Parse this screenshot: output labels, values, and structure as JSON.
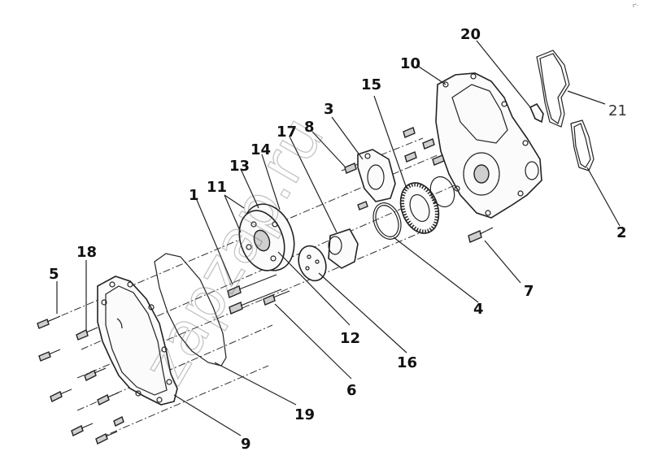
{
  "diagram": {
    "callouts": [
      {
        "id": "c1",
        "text": "1"
      },
      {
        "id": "c2",
        "text": "2"
      },
      {
        "id": "c3",
        "text": "3"
      },
      {
        "id": "c4",
        "text": "4"
      },
      {
        "id": "c5",
        "text": "5"
      },
      {
        "id": "c6",
        "text": "6"
      },
      {
        "id": "c7",
        "text": "7"
      },
      {
        "id": "c8",
        "text": "8"
      },
      {
        "id": "c9",
        "text": "9"
      },
      {
        "id": "c10",
        "text": "10"
      },
      {
        "id": "c11",
        "text": "11"
      },
      {
        "id": "c12",
        "text": "12"
      },
      {
        "id": "c13",
        "text": "13"
      },
      {
        "id": "c14",
        "text": "14"
      },
      {
        "id": "c15",
        "text": "15"
      },
      {
        "id": "c16",
        "text": "16"
      },
      {
        "id": "c17",
        "text": "17"
      },
      {
        "id": "c18",
        "text": "18"
      },
      {
        "id": "c19",
        "text": "19"
      },
      {
        "id": "c20",
        "text": "20"
      },
      {
        "id": "c21",
        "text": "21"
      }
    ],
    "watermark": "zapzap.ru",
    "corner_mark": "r'·"
  }
}
